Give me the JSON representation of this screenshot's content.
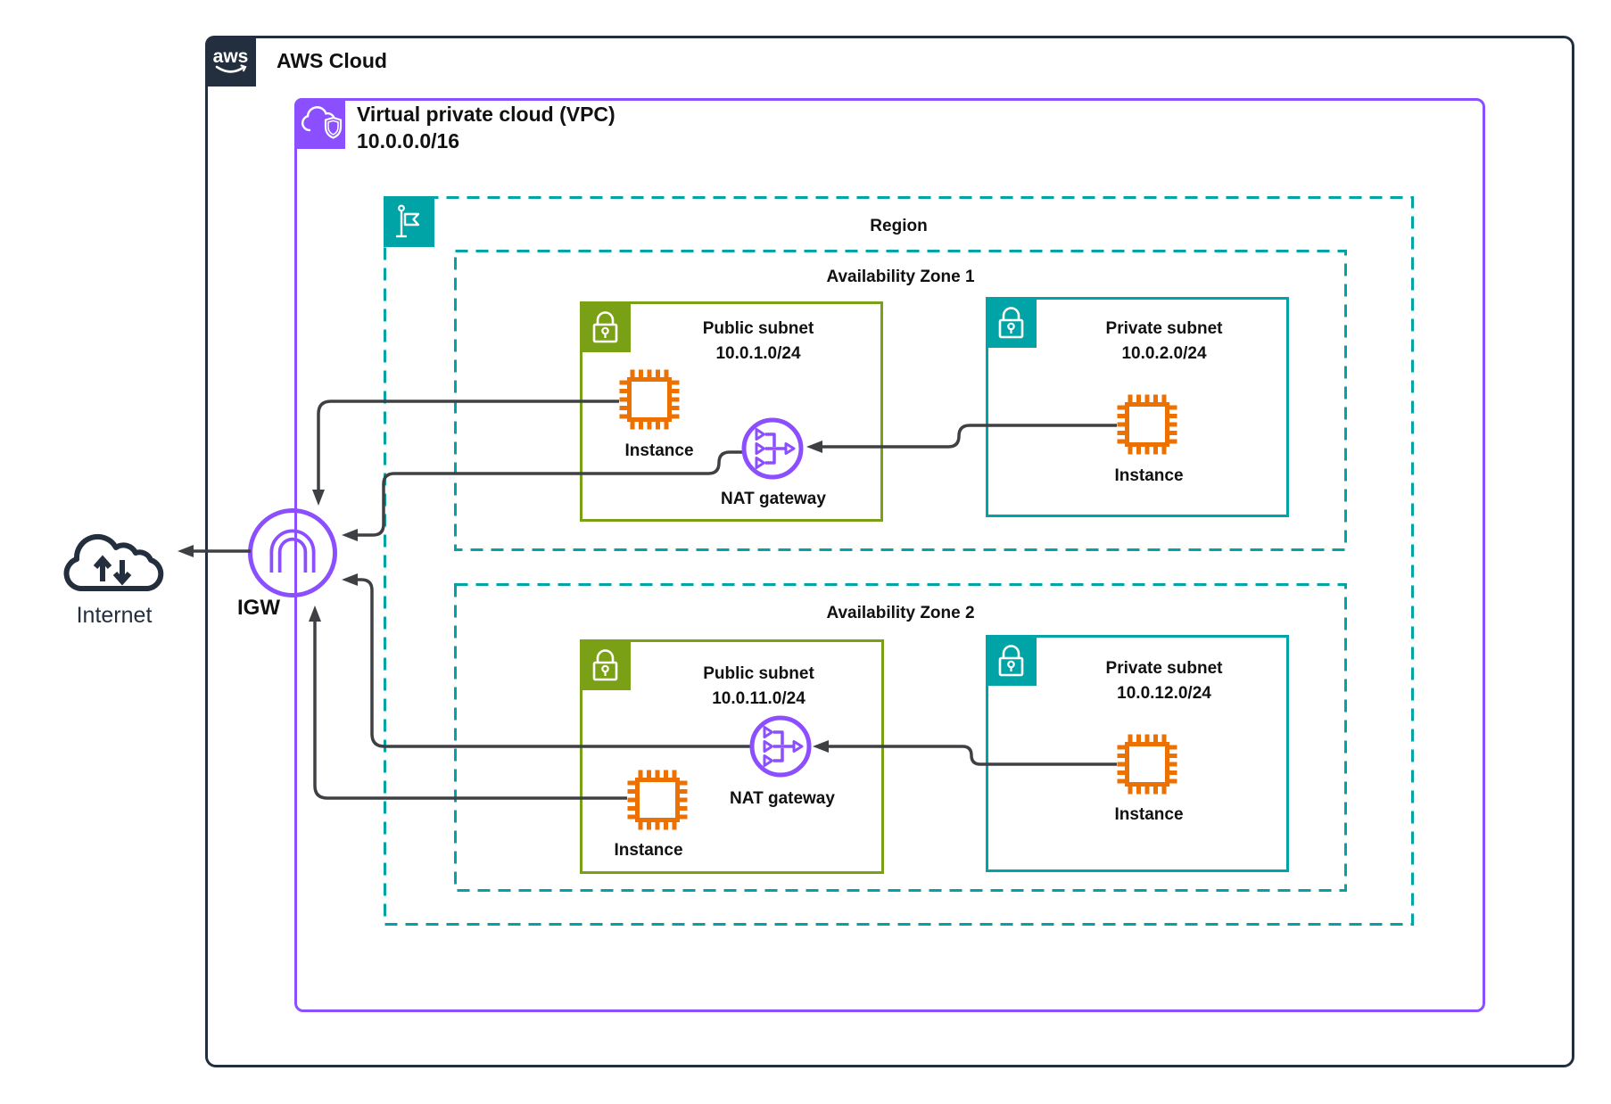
{
  "colors": {
    "aws_navy": "#232F3E",
    "vpc_purple": "#8C4FFF",
    "region_teal": "#00A4A6",
    "subnet_green": "#7AA116",
    "instance_orange": "#ED7100",
    "connector_gray": "#3E4044"
  },
  "aws_cloud": {
    "logo": "aws",
    "label": "AWS Cloud"
  },
  "vpc": {
    "label": "Virtual private cloud (VPC)",
    "cidr": "10.0.0.0/16"
  },
  "region": {
    "label": "Region"
  },
  "availability_zones": [
    {
      "label": "Availability Zone 1"
    },
    {
      "label": "Availability Zone 2"
    }
  ],
  "subnets": {
    "az1_public": {
      "title": "Public subnet",
      "cidr": "10.0.1.0/24",
      "instance_label": "Instance",
      "nat_label": "NAT gateway"
    },
    "az1_private": {
      "title": "Private subnet",
      "cidr": "10.0.2.0/24",
      "instance_label": "Instance"
    },
    "az2_public": {
      "title": "Public subnet",
      "cidr": "10.0.11.0/24",
      "instance_label": "Instance",
      "nat_label": "NAT gateway"
    },
    "az2_private": {
      "title": "Private subnet",
      "cidr": "10.0.12.0/24",
      "instance_label": "Instance"
    }
  },
  "internet": {
    "label": "Internet"
  },
  "igw": {
    "label": "IGW"
  }
}
